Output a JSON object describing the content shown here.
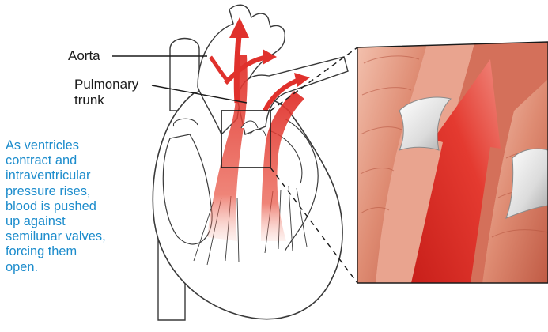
{
  "labels": {
    "aorta": "Aorta",
    "pulmonary_line1": "Pulmonary",
    "pulmonary_line2": "trunk"
  },
  "caption": {
    "lines": [
      "As ventricles",
      "contract and",
      "intraventricular",
      "pressure rises,",
      "blood is pushed",
      "up against",
      "semilunar valves,",
      "forcing them",
      "open."
    ]
  },
  "colors": {
    "caption_text": "#1c8ccc",
    "blood_flow": "#e0312c",
    "muscle_tissue": "#d8806a",
    "outline": "#3a3a3a",
    "valve": "#e6e6e6"
  }
}
